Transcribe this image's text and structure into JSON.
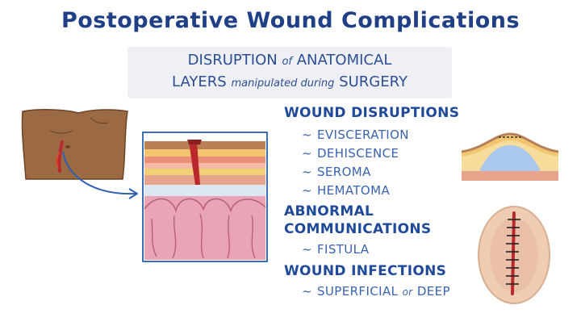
{
  "title": "Postoperative Wound Complications",
  "subtitle": {
    "line1_a": "DISRUPTION",
    "line1_b": "of",
    "line1_c": "ANATOMICAL",
    "line2_a": "LAYERS",
    "line2_b": "manipulated during",
    "line2_c": "SURGERY"
  },
  "sections": {
    "wound_disruptions": {
      "heading": "WOUND DISRUPTIONS",
      "items": [
        "EVISCERATION",
        "DEHISCENCE",
        "SEROMA",
        "HEMATOMA"
      ]
    },
    "abnormal_communications": {
      "heading_line1": "ABNORMAL",
      "heading_line2": "COMMUNICATIONS",
      "items": [
        "FISTULA"
      ]
    },
    "wound_infections": {
      "heading": "WOUND INFECTIONS",
      "item_a": "SUPERFICIAL",
      "item_b": "or",
      "item_c": "DEEP"
    }
  },
  "list_marker": "~",
  "colors": {
    "title": "#1f3f86",
    "text": "#3a63b0",
    "skin": "#9b6a43",
    "frame_border": "#3b6fb8",
    "intestine": "#e7a0b3",
    "blood": "#b8282d"
  }
}
